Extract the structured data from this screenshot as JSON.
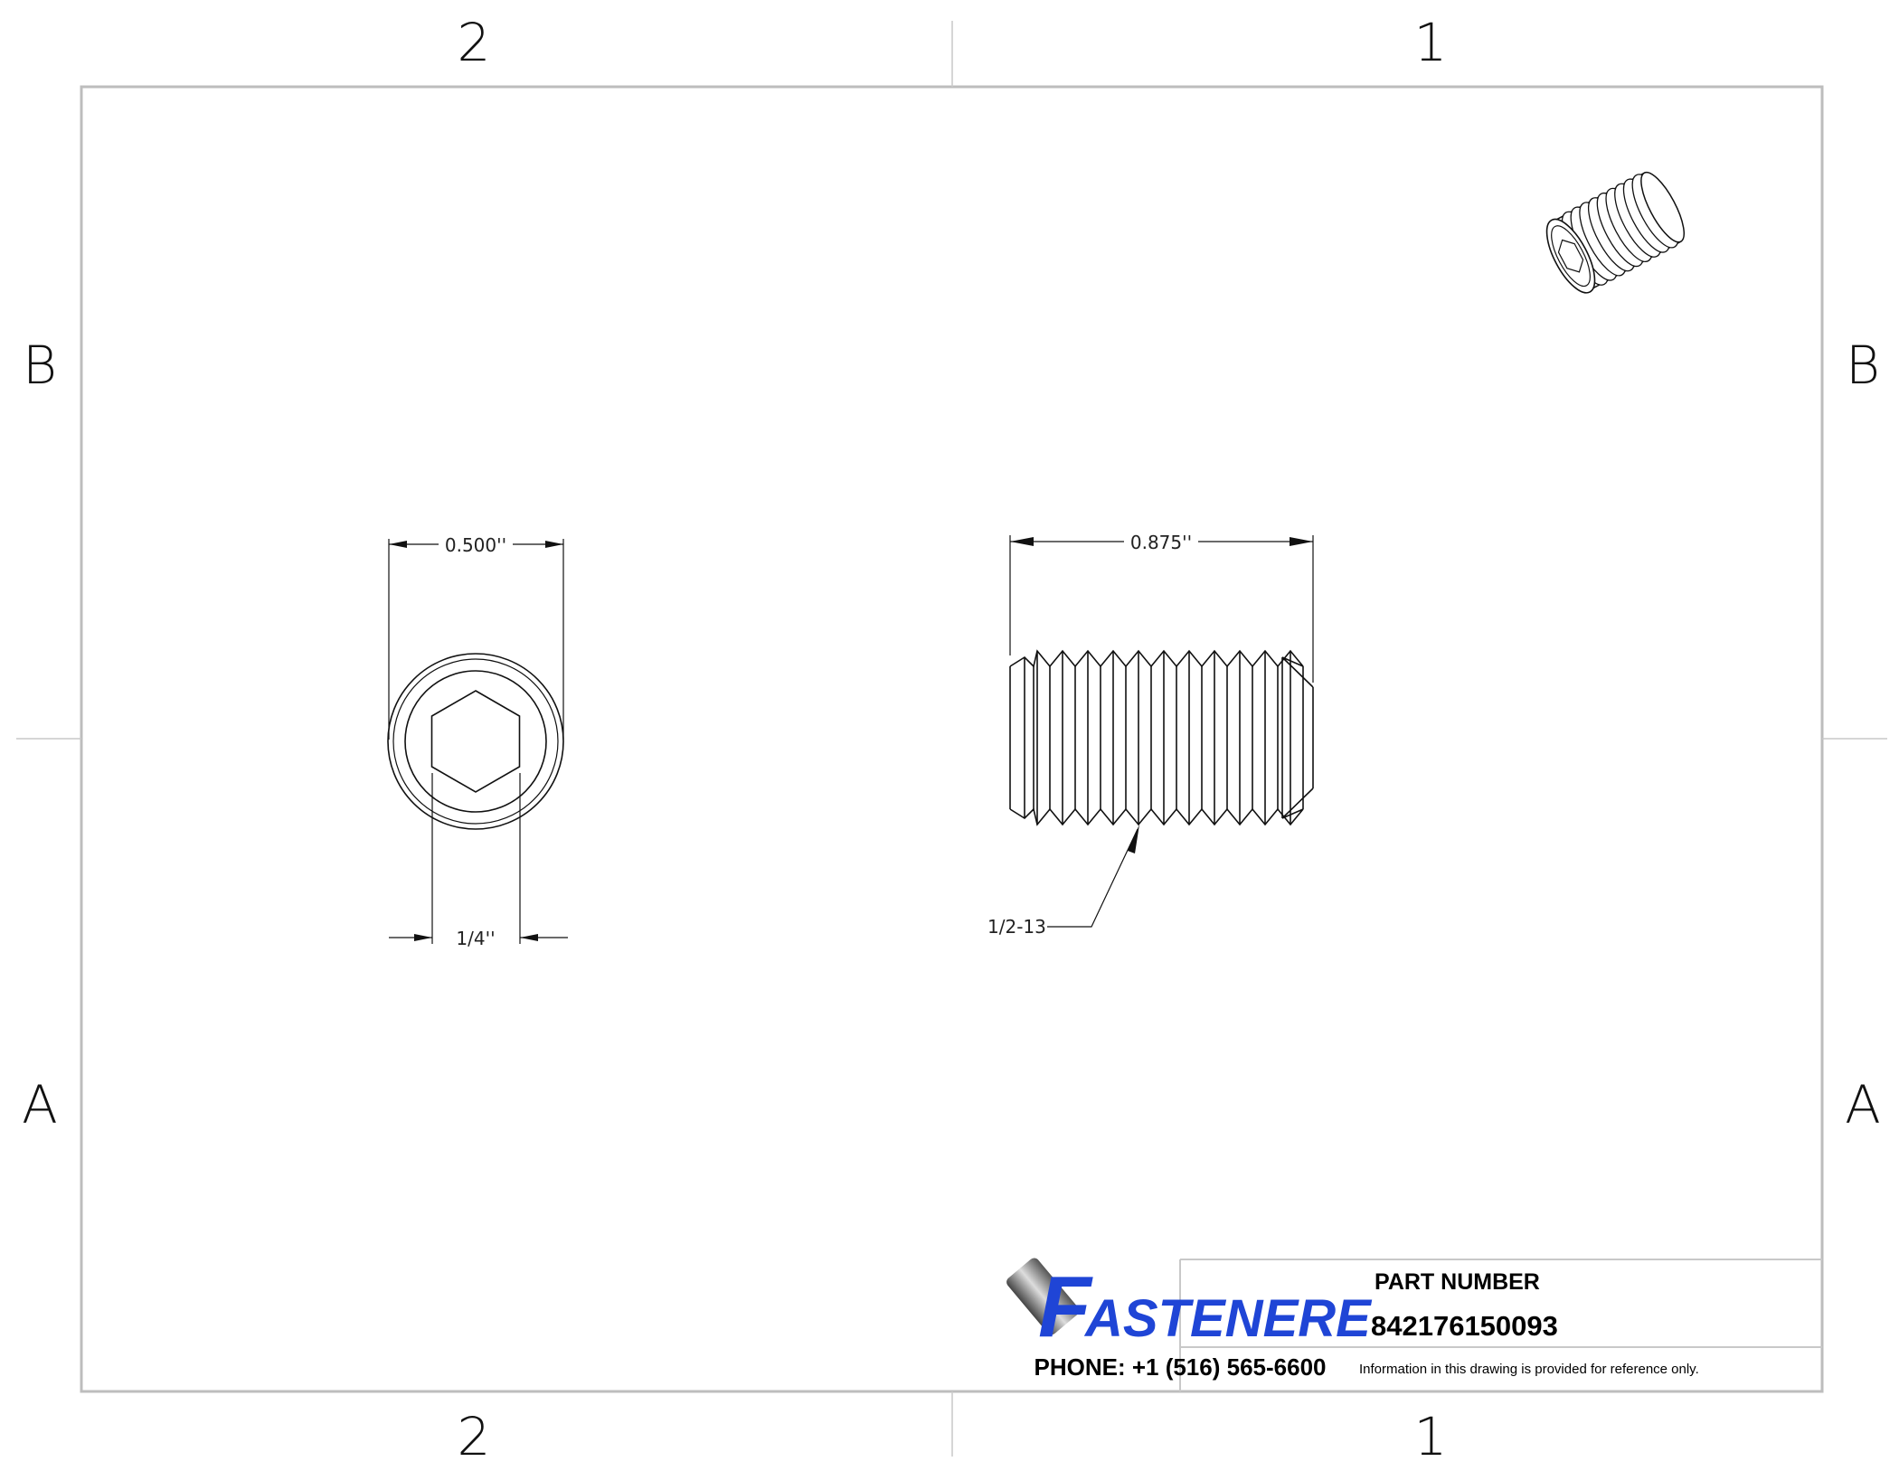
{
  "zones": {
    "top_left": "2",
    "top_right": "1",
    "bottom_left": "2",
    "bottom_right": "1",
    "left_upper": "B",
    "left_lower": "A",
    "right_upper": "B",
    "right_lower": "A"
  },
  "front_view": {
    "outer_diameter": "0.500''",
    "hex_size": "1/4''"
  },
  "side_view": {
    "length": "0.875''",
    "thread_callout": "1/2-13"
  },
  "title_block": {
    "logo_text": "FASTENERE",
    "phone": "PHONE: +1 (516) 565-6600",
    "part_number_label": "PART NUMBER",
    "part_number": "842176150093",
    "disclaimer": "Information in this drawing is provided for reference only.",
    "brand_color": "#1f45d6"
  }
}
